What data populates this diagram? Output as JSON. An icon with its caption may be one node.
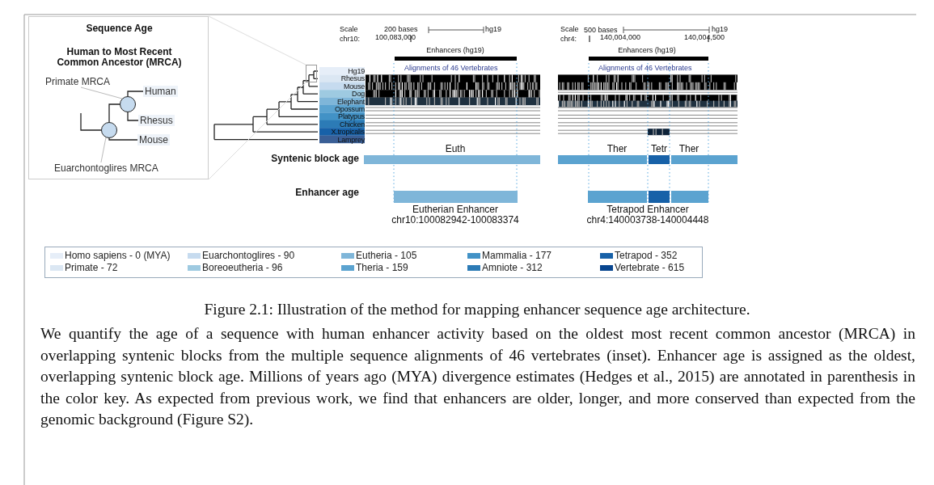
{
  "diagram": {
    "caption": "Figure 2.1: Illustration of the method for mapping enhancer sequence age architecture.",
    "nodes": [
      {
        "text": [
          "Sequence Age",
          "Human to Most Recent Common Ancestor (MRCA)"
        ]
      },
      {
        "text": [
          "Primate MRCA"
        ],
        "in": 0
      },
      {
        "text": [],
        "shape": "circle",
        "in": 0
      },
      {
        "text": [
          "Euarchontoglires MRCA"
        ],
        "in": 0
      },
      {
        "text": [],
        "shape": "circle",
        "in": 0
      },
      {
        "text": [
          "Human"
        ],
        "in": 0
      },
      {
        "text": [
          "Rhesus"
        ],
        "in": 0
      },
      {
        "text": [
          "Mouse"
        ],
        "in": 0
      },
      {
        "text": [],
        "shape": "box"
      }
    ],
    "edges": [
      {
        "from": 1,
        "to": 2,
        "arrow": "none",
        "color": "#bbbbbb"
      },
      {
        "from": 3,
        "to": 4,
        "arrow": "none",
        "color": "#bbbbbb"
      },
      {
        "from": 4,
        "to": 2,
        "arrow": "none"
      },
      {
        "from": 2,
        "to": 5,
        "arrow": "none"
      },
      {
        "from": 2,
        "to": 6,
        "arrow": "none"
      },
      {
        "from": 4,
        "to": 7,
        "arrow": "none"
      },
      {
        "from": null,
        "to": 4,
        "arrow": "none"
      },
      {
        "from": 0,
        "to": 8,
        "arrow": "none",
        "color": "#dddddd"
      },
      {
        "from": 0,
        "to": 8,
        "arrow": "none",
        "color": "#dddddd"
      }
    ],
    "labels": [
      "Scale",
      "200 bases",
      "hg19",
      "Scale",
      "500 bases",
      "hg19",
      "chr10:",
      "100,083,000",
      "chr4:",
      "140,004,000",
      "140,004,500",
      "Enhancers (hg19)",
      "Enhancers (hg19)",
      "Hg19",
      "Alignments of 46 Vertebrates",
      "Alignments of 46 Vertebrates",
      "Rhesus",
      "Mouse",
      "Dog",
      "Elephant",
      "Opossum",
      "Platypus",
      "Chicken",
      "X.tropicalis",
      "Lamprey",
      "Euth",
      "Ther",
      "Tetr",
      "Ther",
      "Syntenic block age",
      "Enhancer age",
      "Eutherian Enhancer",
      "Tetrapod Enhancer",
      "chr10:100082942-100083374",
      "chr4:140003738-140004448",
      "We quantify the age of a sequence with human enhancer activity based on the oldest most recent common ancestor (MRCA) in overlapping syntenic blocks from the multiple sequence alignments of 46 vertebrates (inset). Enhancer age is assigned as the oldest, overlapping syntenic block age. Millions of years ago (MYA) divergence estimates (Hedges et al., 2015) are annotated in parenthesis in the color key. As expected from previous work, we find that enhancers are older, longer, and more conserved than expected from the genomic background (Figure S2)."
    ],
    "legend": [
      {
        "text": "Homo sapiens - 0 (MYA)",
        "color": "#e6eef8"
      },
      {
        "text": "Euarchontoglires - 90",
        "color": "#c6dbef"
      },
      {
        "text": "Eutheria - 105",
        "color": "#7fb6d9"
      },
      {
        "text": "Mammalia - 177",
        "color": "#4292c6"
      },
      {
        "text": "Tetrapod - 352",
        "color": "#1761a8"
      },
      {
        "text": "Primate - 72",
        "color": "#dbe7f3"
      },
      {
        "text": "Boreoeutheria - 96",
        "color": "#9ecae1"
      },
      {
        "text": "Theria - 159",
        "color": "#5ba3d0"
      },
      {
        "text": "Amniote - 312",
        "color": "#2c7bb6"
      },
      {
        "text": "Vertebrate - 615",
        "color": "#08458f"
      }
    ]
  }
}
